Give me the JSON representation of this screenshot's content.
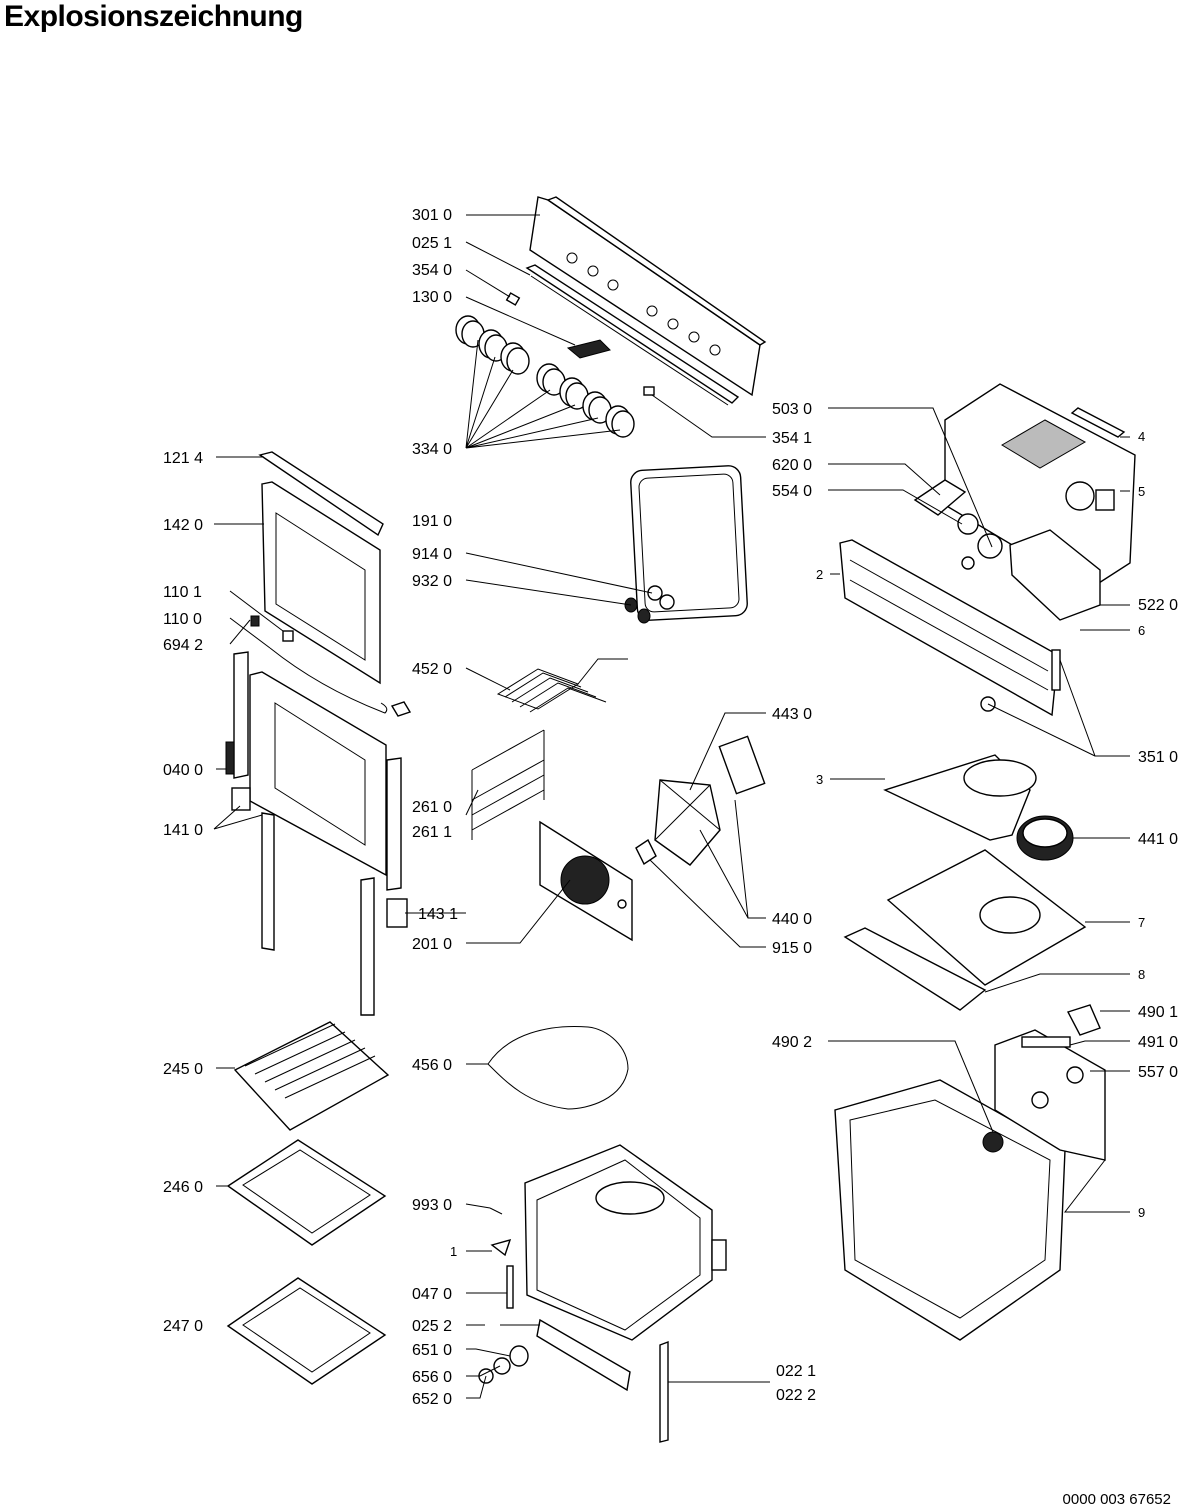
{
  "title": "Explosionszeichnung",
  "document_number": "0000 003 67652",
  "labels": {
    "l3010": "301 0",
    "l0251": "025 1",
    "l3540": "354 0",
    "l1300": "130 0",
    "l3340": "334 0",
    "l3541": "354 1",
    "l1214": "121 4",
    "l1420": "142 0",
    "l1910": "191 0",
    "l9140": "914 0",
    "l9320": "932 0",
    "l1101": "110 1",
    "l1100": "110 0",
    "l6942": "694 2",
    "l4520": "452 0",
    "l0400": "040 0",
    "l1410": "141 0",
    "l2610": "261 0",
    "l2611": "261 1",
    "l1431": "143 1",
    "l2010": "201 0",
    "l5030": "503 0",
    "l4": "4",
    "l6200": "620 0",
    "l5540": "554 0",
    "l5": "5",
    "l2": "2",
    "l5220": "522 0",
    "l6": "6",
    "l3510": "351 0",
    "l4430": "443 0",
    "l3": "3",
    "l4410": "441 0",
    "l4400": "440 0",
    "l7": "7",
    "l9150": "915 0",
    "l8": "8",
    "l4901": "490 1",
    "l4910": "491 0",
    "l5570": "557 0",
    "l4902": "490 2",
    "l9": "9",
    "l2450": "245 0",
    "l4560": "456 0",
    "l2460": "246 0",
    "l9930": "993 0",
    "l1": "1",
    "l0470": "047 0",
    "l2470": "247 0",
    "l0252": "025 2",
    "l6510": "651 0",
    "l6560": "656 0",
    "l6520": "652 0",
    "l0221": "022 1",
    "l0222": "022 2"
  }
}
